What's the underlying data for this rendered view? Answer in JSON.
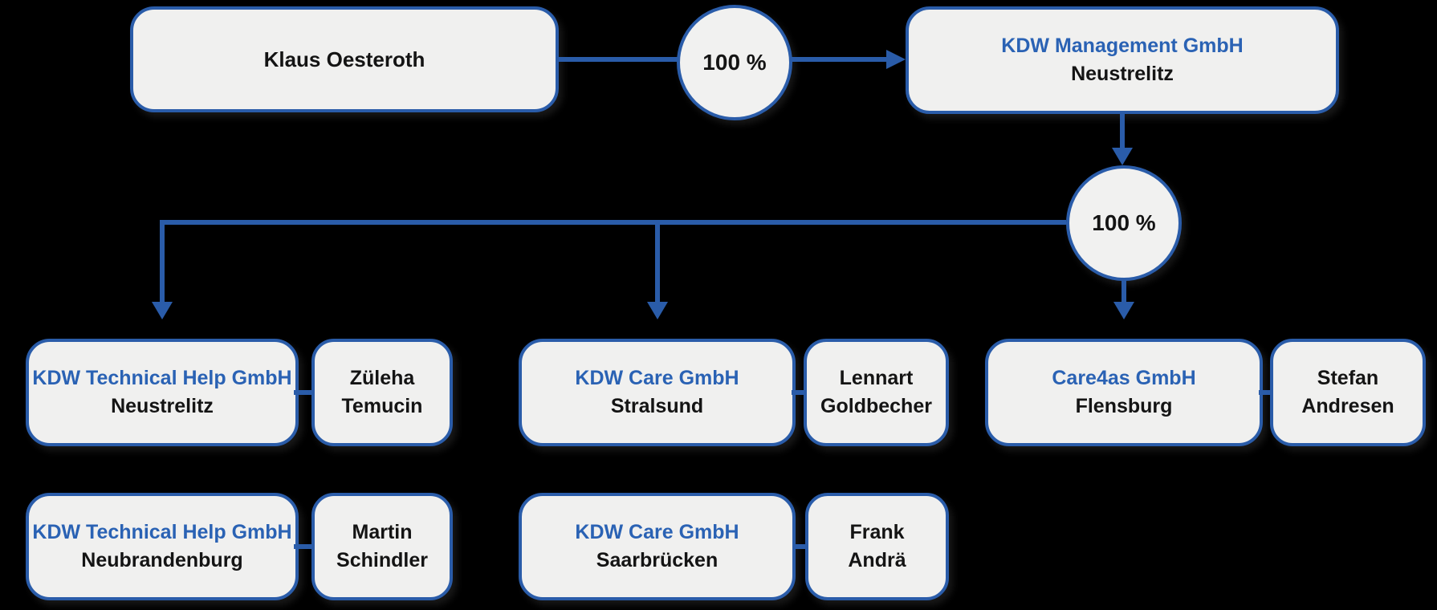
{
  "colors": {
    "background": "#000000",
    "box_fill": "#f0f0ef",
    "accent_blue_border": "#2a5ca9",
    "company_text_blue": "#2a62b4",
    "text_dark": "#141414"
  },
  "owner": {
    "name": "Klaus Oesteroth"
  },
  "edges": {
    "owner_share_label": "100 %",
    "holding_share_label": "100 %"
  },
  "holding": {
    "name": "KDW Management GmbH",
    "location": "Neustrelitz"
  },
  "subsidiaries": [
    {
      "company": "KDW Technical Help GmbH",
      "location": "Neustrelitz",
      "manager": {
        "first": "Züleha",
        "last": "Temucin"
      }
    },
    {
      "company": "KDW Care GmbH",
      "location": "Stralsund",
      "manager": {
        "first": "Lennart",
        "last": "Goldbecher"
      }
    },
    {
      "company": "Care4as GmbH",
      "location": "Flensburg",
      "manager": {
        "first": "Stefan",
        "last": "Andresen"
      }
    },
    {
      "company": "KDW Technical Help GmbH",
      "location": "Neubrandenburg",
      "manager": {
        "first": "Martin",
        "last": "Schindler"
      }
    },
    {
      "company": "KDW Care GmbH",
      "location": "Saarbrücken",
      "manager": {
        "first": "Frank",
        "last": "Andrä"
      }
    }
  ]
}
